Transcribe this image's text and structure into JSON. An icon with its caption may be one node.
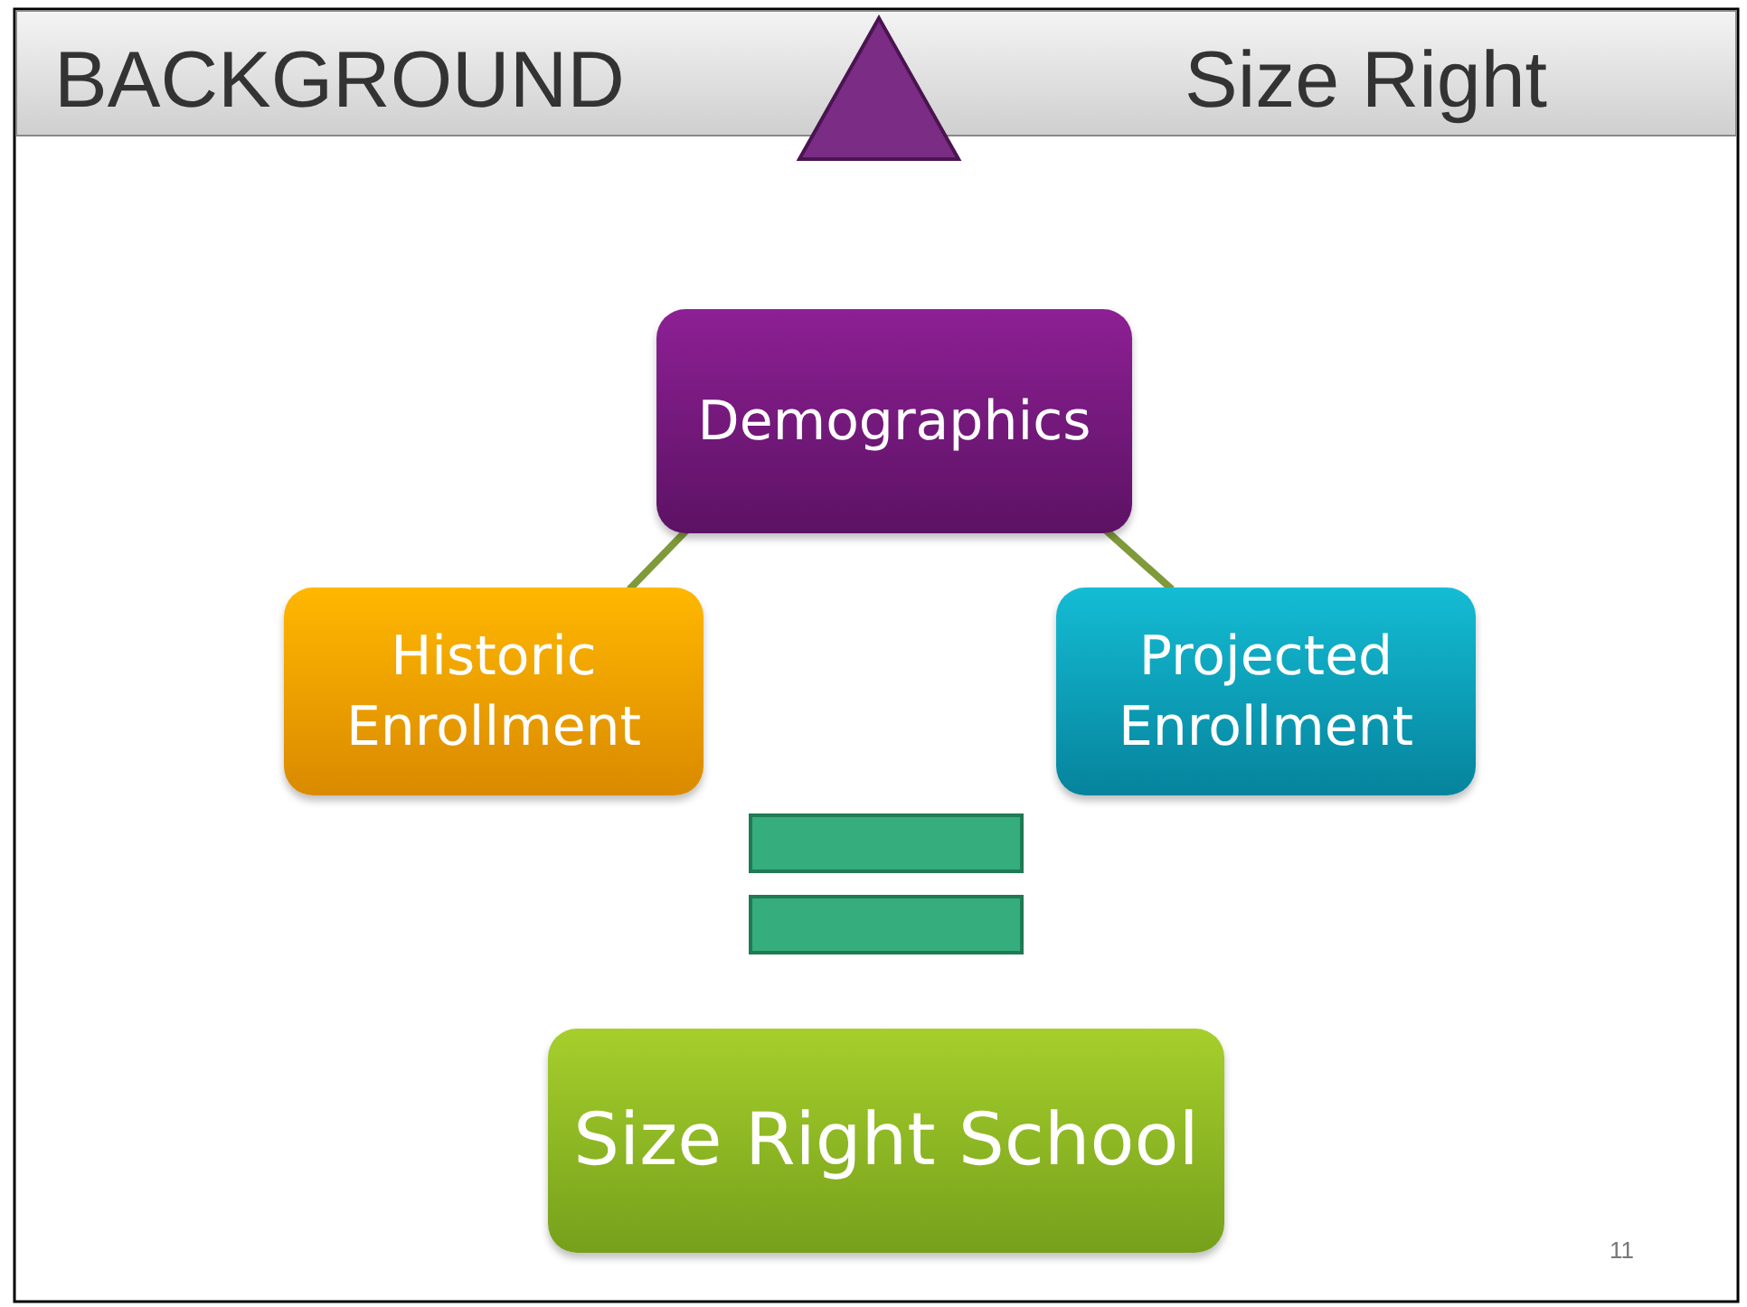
{
  "diagram": {
    "title": "BACKGROUND",
    "nodes": [
      {
        "text": [
          "Demographics"
        ]
      },
      {
        "text": [
          "Historic Enrollment"
        ]
      },
      {
        "text": [
          "Projected Enrollment"
        ]
      },
      {
        "text": [
          "Size Right School"
        ]
      }
    ],
    "edges": [
      {
        "from": 0,
        "to": 1,
        "arrow": "none"
      },
      {
        "from": 0,
        "to": 2,
        "arrow": "none"
      }
    ],
    "labels": [
      "Size Right",
      "11"
    ]
  }
}
